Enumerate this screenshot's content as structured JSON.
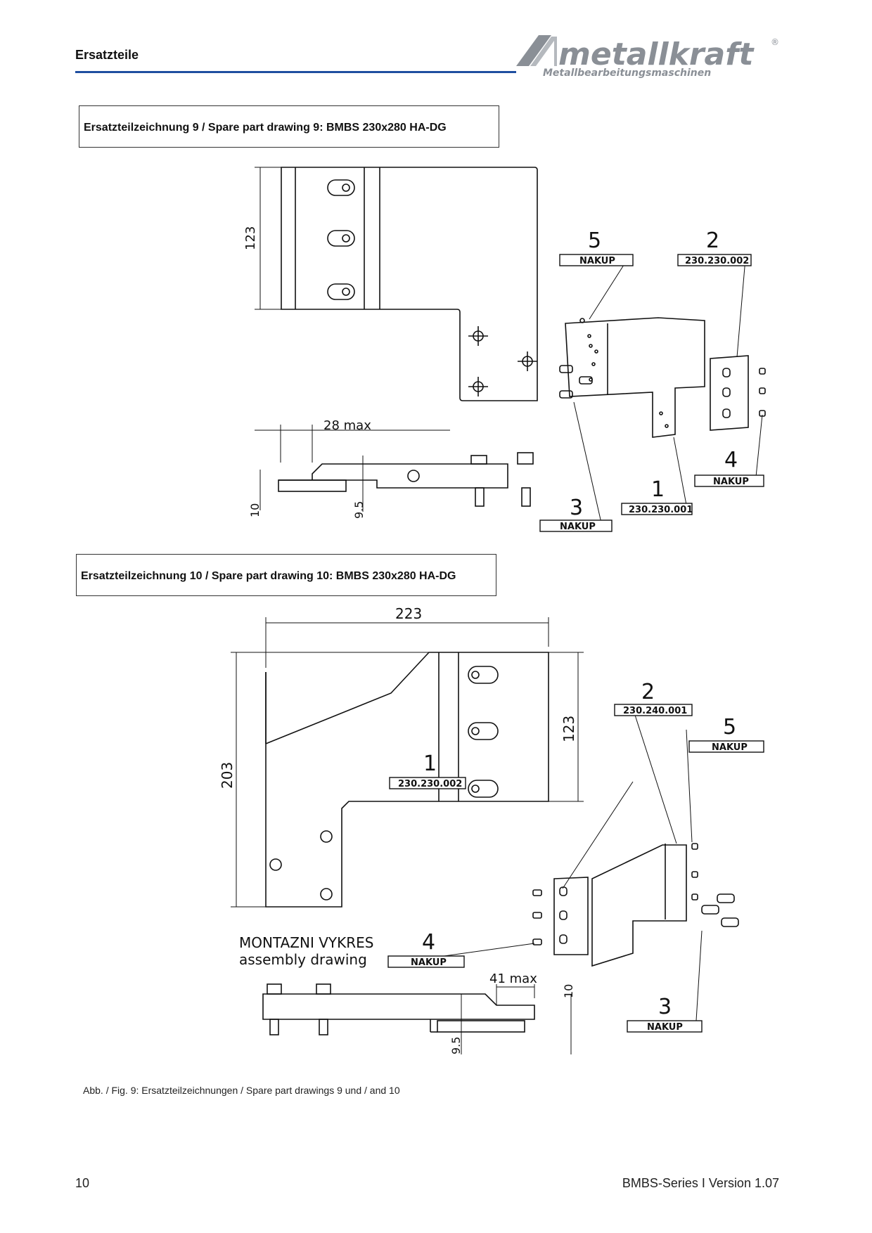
{
  "header": {
    "section_title": "Ersatzteile",
    "logo_name": "metallkraft",
    "logo_tagline": "Metallbearbeitungsmaschinen",
    "logo_mark": "®"
  },
  "drawing9": {
    "caption": "Ersatzteilzeichnung 9 /  Spare part drawing 9: BMBS 230x280 HA-DG",
    "dims": {
      "height": "123",
      "max": "28 max",
      "thick": "10",
      "gap": "9.5"
    },
    "parts": [
      {
        "num": "5",
        "label": "NAKUP"
      },
      {
        "num": "2",
        "label": "230.230.002"
      },
      {
        "num": "4",
        "label": "NAKUP"
      },
      {
        "num": "1",
        "label": "230.230.001"
      },
      {
        "num": "3",
        "label": "NAKUP"
      }
    ]
  },
  "drawing10": {
    "caption": "Ersatzteilzeichnung 10 /  Spare part drawing 10: BMBS 230x280 HA-DG",
    "dims": {
      "width": "223",
      "height": "203",
      "inner": "123",
      "max": "41 max",
      "thick": "10",
      "gap": "9.5"
    },
    "assembly_title": "MONTAZNI VYKRES",
    "assembly_subtitle": "assembly drawing",
    "parts": [
      {
        "num": "2",
        "label": "230.240.001"
      },
      {
        "num": "5",
        "label": "NAKUP"
      },
      {
        "num": "1",
        "label": "230.230.002"
      },
      {
        "num": "4",
        "label": "NAKUP"
      },
      {
        "num": "3",
        "label": "NAKUP"
      }
    ]
  },
  "figure_caption": "Abb. / Fig. 9: Ersatzteilzeichnungen / Spare part drawings 9 und / and 10",
  "footer": {
    "page_number": "10",
    "version": "BMBS-Series I Version 1.07"
  },
  "colors": {
    "accent": "#1f4fa0",
    "logo_gray": "#8a8f96",
    "line": "#111111"
  }
}
